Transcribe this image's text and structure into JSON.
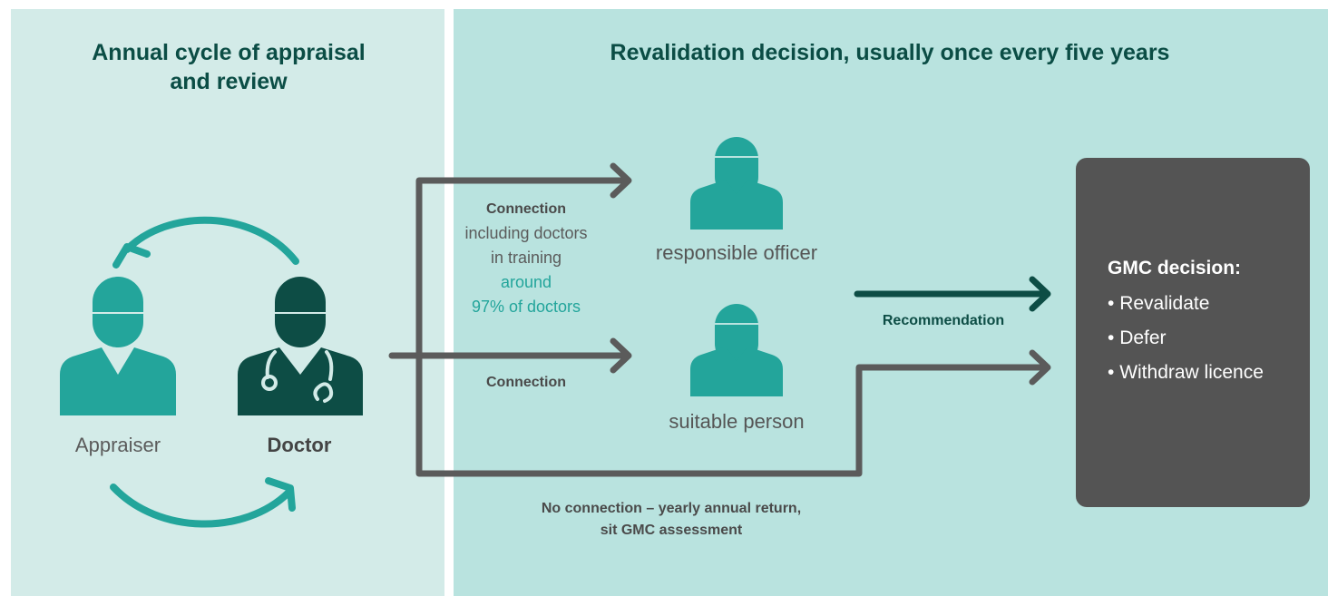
{
  "left_panel": {
    "title_line1": "Annual cycle of appraisal",
    "title_line2": "and review",
    "appraiser_label": "Appraiser",
    "doctor_label": "Doctor"
  },
  "right_panel": {
    "title": "Revalidation decision, usually once every five years",
    "connection_top": {
      "heading": "Connection",
      "line2": "including doctors",
      "line3": "in training",
      "highlight_line1": "around",
      "highlight_line2": "97% of doctors"
    },
    "connection_mid": "Connection",
    "responsible_officer_label": "responsible officer",
    "suitable_person_label": "suitable person",
    "recommendation_label": "Recommendation",
    "no_connection_line1": "No connection – yearly annual return,",
    "no_connection_line2": "sit GMC assessment"
  },
  "gmc_box": {
    "title": "GMC decision:",
    "items": [
      "Revalidate",
      "Defer",
      "Withdraw licence"
    ]
  },
  "colors": {
    "left_bg": "#d3ebe8",
    "right_bg": "#b9e3df",
    "teal": "#23a59b",
    "dark_green": "#0d4d45",
    "arrow_gray": "#5b5b5b",
    "box_gray": "#545454"
  }
}
